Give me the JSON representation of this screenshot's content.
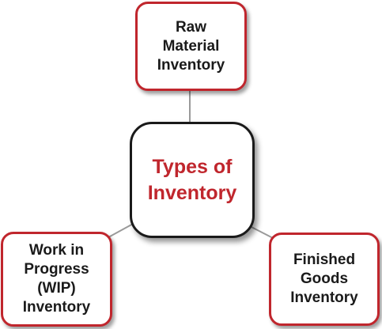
{
  "diagram": {
    "center": {
      "lines": [
        "Types of",
        "Inventory"
      ]
    },
    "nodes": [
      {
        "id": "raw",
        "lines": [
          "Raw",
          "Material",
          "Inventory"
        ]
      },
      {
        "id": "wip",
        "lines": [
          "Work in",
          "Progress",
          "(WIP)",
          "Inventory"
        ]
      },
      {
        "id": "finished",
        "lines": [
          "Finished",
          "Goods",
          "Inventory"
        ]
      }
    ],
    "colors": {
      "accent_red": "#c0262d",
      "center_border": "#1a1a1a",
      "connector": "#9a9a9a",
      "text_dark": "#1a1a1a"
    }
  }
}
